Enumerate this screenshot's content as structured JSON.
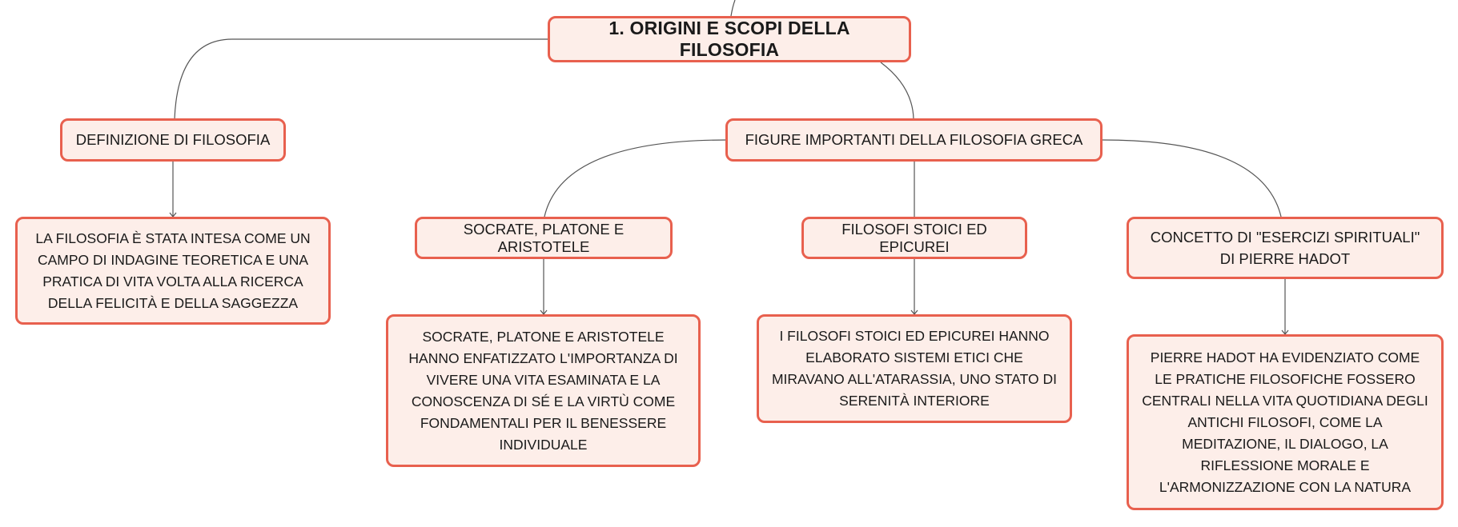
{
  "map": {
    "root": {
      "label": "1. ORIGINI E SCOPI DELLA FILOSOFIA"
    },
    "definizione": {
      "label": "DEFINIZIONE DI FILOSOFIA",
      "detail": "LA FILOSOFIA È STATA INTESA COME UN CAMPO DI INDAGINE TEORETICA E UNA PRATICA DI VITA VOLTA ALLA RICERCA DELLA FELICITÀ E DELLA SAGGEZZA"
    },
    "figure": {
      "label": "FIGURE IMPORTANTI DELLA FILOSOFIA GRECA",
      "socrate": {
        "label": "SOCRATE, PLATONE E ARISTOTELE",
        "detail": "SOCRATE, PLATONE E ARISTOTELE HANNO ENFATIZZATO L'IMPORTANZA DI VIVERE UNA VITA ESAMINATA E LA CONOSCENZA DI SÉ E LA VIRTÙ COME FONDAMENTALI PER IL BENESSERE INDIVIDUALE"
      },
      "stoici": {
        "label": "FILOSOFI STOICI ED EPICUREI",
        "detail": "I FILOSOFI STOICI ED EPICUREI HANNO ELABORATO SISTEMI ETICI CHE MIRAVANO ALL'ATARASSIA, UNO STATO DI SERENITÀ INTERIORE"
      },
      "hadot": {
        "label": "CONCETTO DI \"ESERCIZI SPIRITUALI\" DI PIERRE HADOT",
        "detail": "PIERRE HADOT HA EVIDENZIATO COME LE PRATICHE FILOSOFICHE FOSSERO CENTRALI NELLA VITA QUOTIDIANA DEGLI ANTICHI FILOSOFI, COME LA MEDITAZIONE, IL DIALOGO, LA RIFLESSIONE MORALE E L'ARMONIZZAZIONE CON LA NATURA"
      }
    }
  },
  "colors": {
    "node_fill": "#fdeee9",
    "node_border": "#e8604e",
    "connector": "#555555",
    "text": "#1a1a1a"
  }
}
